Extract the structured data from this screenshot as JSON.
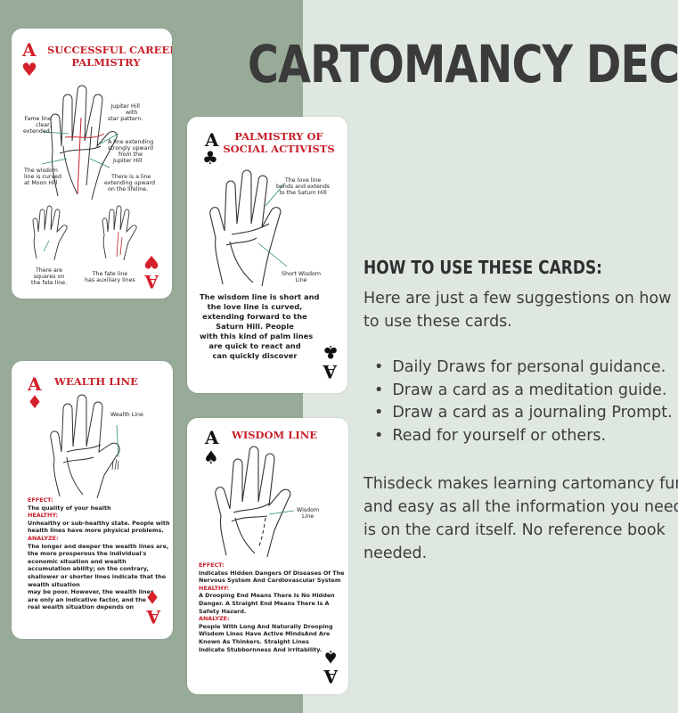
{
  "header": {
    "title": "CARTOMANCY DECK"
  },
  "howto": {
    "heading": "HOW TO USE THESE CARDS:",
    "intro_lines": [
      "Here are just a few suggestions on how",
      "to use these cards."
    ],
    "bullets": [
      "Daily Draws for personal guidance.",
      "Draw a card as a meditation guide.",
      "Draw a card as a journaling Prompt.",
      "Read for yourself or others."
    ],
    "outro_lines": [
      "Thisdeck makes learning cartomancy fun",
      "and easy as all the information you need",
      "is on the card itself. No reference book",
      "needed."
    ]
  },
  "colors": {
    "left_panel": "#98ab99",
    "right_panel": "#dfe8e0",
    "card_red": "#c7202a",
    "title_gray": "#3b3b3b"
  },
  "cards": {
    "career": {
      "rank": "A",
      "suit": "heart",
      "suit_glyph": "♥",
      "title_lines": [
        "SUCCESSFUL CAREER",
        "PALMISTRY"
      ],
      "labels": [
        "Jupiter Hill",
        "with",
        "star pattern.",
        "Fame line",
        "clear,",
        "extended.",
        "A line extending",
        "strongly upward",
        "from the",
        "Jupiter Hill",
        "The wisdom",
        "line is curved",
        "at Moon Hill",
        "There is a line",
        "extending upward",
        "on the lifeline.",
        "There are",
        "squares on",
        "the fate line.",
        "The fate line",
        "has auxiliary lines"
      ]
    },
    "social": {
      "rank": "A",
      "suit": "club",
      "suit_glyph": "♣",
      "title_lines": [
        "PALMISTRY OF",
        "SOCIAL ACTIVISTS"
      ],
      "labels": [
        "The love line",
        "bends and extends",
        "to the Saturn Hill",
        "Short Wisdom",
        "Line"
      ],
      "paragraph": [
        "The wisdom line is short and",
        "the love line is curved,",
        "extending forward to the",
        "Saturn Hill. People",
        "with this kind of palm lines",
        "are quick to react and",
        "can quickly discover"
      ]
    },
    "wealth": {
      "rank": "A",
      "suit": "diamond",
      "suit_glyph": "♦",
      "title": "WEALTH LINE",
      "labels": [
        "Wealth Line"
      ],
      "effect_heading": "EFFECT:",
      "effect": "The quality of your health",
      "healthy_heading": "HEALTHY:",
      "healthy_lines": [
        "Unhealthy or sub-healthy state. People with",
        "health lines have more physical problems."
      ],
      "analyze_heading": "ANALYZE:",
      "analyze_lines": [
        "The longer and deeper the wealth lines are,",
        "the more prosperous the individual's",
        "economic situation and wealth",
        "accumulation ability; on the contrary,",
        "shallower or shorter lines indicate that the",
        "wealth situation",
        "may be poor. However, the wealth lines",
        "are only an indicative factor, and the",
        "real wealth situation depends on"
      ]
    },
    "wisdom": {
      "rank": "A",
      "suit": "spade",
      "suit_glyph": "♠",
      "title": "WISDOM LINE",
      "labels": [
        "Wisdom",
        "Line"
      ],
      "effect_heading": "EFFECT:",
      "effect_lines": [
        "Indicates Hidden Dangers Of Diseases Of The",
        "Nervous System And Cardiovascular System"
      ],
      "healthy_heading": "HEALTHY:",
      "healthy_lines": [
        "A Drooping End Means There Is No Hidden",
        "Danger. A Straight End Means There Is A",
        "Safety Hazard."
      ],
      "analyze_heading": "ANALYZE:",
      "analyze_lines": [
        "People With Long And Naturally Drooping",
        "Wisdom Lines Have Active MindsAnd Are",
        "Known As Thinkers. Straight Lines",
        "Indicate Stubbornness And Irritability."
      ]
    }
  }
}
